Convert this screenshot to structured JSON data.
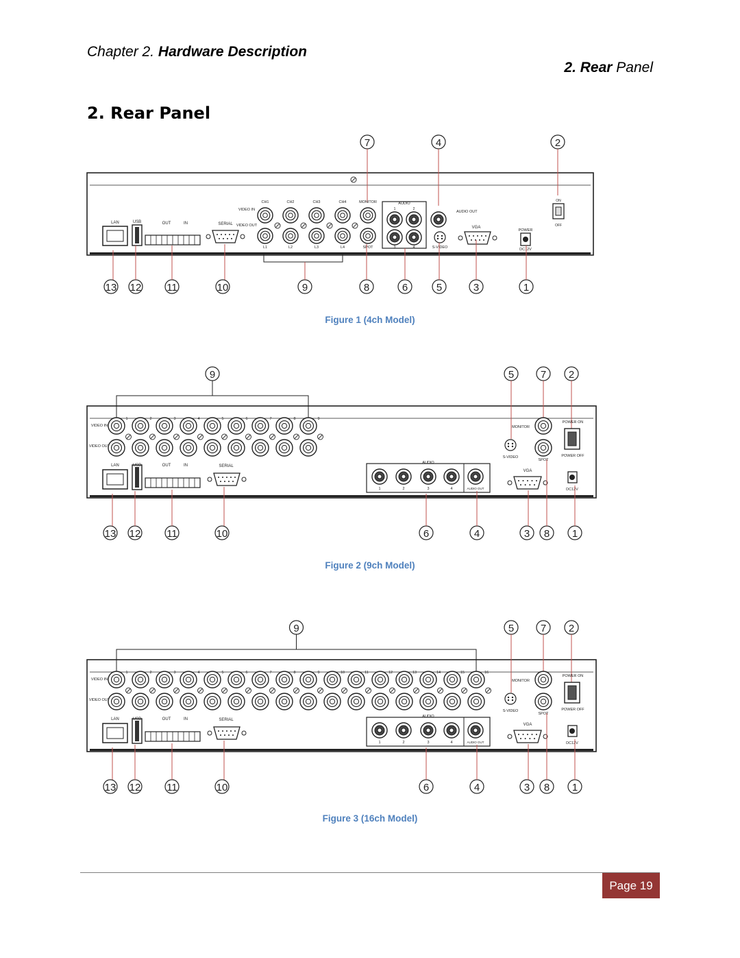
{
  "header": {
    "chapter_prefix": "Chapter 2. ",
    "chapter_title": "Hardware Description",
    "section_number": "2. Rear",
    "section_word": " Panel"
  },
  "section_title": "2. Rear Panel",
  "figures": [
    {
      "caption": "Figure 1 (4ch Model)",
      "callouts_top": [
        "7",
        "4",
        "2"
      ],
      "callouts_bottom": [
        "13",
        "12",
        "11",
        "10",
        "9",
        "8",
        "6",
        "5",
        "3",
        "1"
      ],
      "labels": {
        "lan": "LAN",
        "usb": "USB",
        "out": "OUT",
        "in": "IN",
        "serial": "SERIAL",
        "video_in": "VIDEO IN",
        "video_out": "VIDEO OUT",
        "channels": [
          "CH1",
          "CH2",
          "CH3",
          "CH4"
        ],
        "monitor": "MONITOR",
        "loops": [
          "L1",
          "L2",
          "L3",
          "L4"
        ],
        "spot": "SPOT",
        "audio": "AUDIO",
        "audio_nums": [
          "1",
          "2",
          "3",
          "4"
        ],
        "audio_out": "AUDIO OUT",
        "svideo": "S-VIDEO",
        "vga": "VGA",
        "power": "POWER",
        "dc": "DC12V",
        "on": "ON",
        "off": "OFF"
      }
    },
    {
      "caption": "Figure 2 (9ch Model)",
      "callouts_top": [
        "9",
        "5",
        "7",
        "2"
      ],
      "callouts_bottom": [
        "13",
        "12",
        "11",
        "10",
        "6",
        "4",
        "3",
        "8",
        "1"
      ],
      "labels": {
        "video_in": "VIDEO IN",
        "video_out": "VIDEO OUT",
        "lan": "LAN",
        "usb": "USB",
        "out": "OUT",
        "in": "IN",
        "serial": "SERIAL",
        "audio": "AUDIO",
        "audio_nums": [
          "1",
          "2",
          "3",
          "4"
        ],
        "audio_out": "AUDIO OUT",
        "monitor": "MONITOR",
        "svideo": "S-VIDEO",
        "spot": "SPOT",
        "vga": "VGA",
        "power_on": "POWER ON",
        "power_off": "POWER OFF",
        "dc": "DC12V",
        "channels": [
          "1",
          "2",
          "3",
          "4",
          "5",
          "6",
          "7",
          "8",
          "9"
        ]
      }
    },
    {
      "caption": "Figure 3 (16ch Model)",
      "callouts_top": [
        "9",
        "5",
        "7",
        "2"
      ],
      "callouts_bottom": [
        "13",
        "12",
        "11",
        "10",
        "6",
        "4",
        "3",
        "8",
        "1"
      ],
      "labels": {
        "video_in": "VIDEO IN",
        "video_out": "VIDEO OUT",
        "lan": "LAN",
        "usb": "USB",
        "out": "OUT",
        "in": "IN",
        "serial": "SERIAL",
        "audio": "AUDIO",
        "audio_nums": [
          "1",
          "2",
          "3",
          "4"
        ],
        "audio_out": "AUDIO OUT",
        "monitor": "MONITOR",
        "svideo": "S-VIDEO",
        "spot": "SPOT",
        "vga": "VGA",
        "power_on": "POWER ON",
        "power_off": "POWER OFF",
        "dc": "DC12V",
        "channels": [
          "1",
          "2",
          "3",
          "4",
          "5",
          "6",
          "7",
          "8",
          "9",
          "10",
          "11",
          "12",
          "13",
          "14",
          "15",
          "16"
        ]
      }
    }
  ],
  "footer": {
    "page_label": "Page 19"
  },
  "colors": {
    "caption": "#4f81bd",
    "page_badge": "#943634",
    "leader": "#c0504d"
  }
}
